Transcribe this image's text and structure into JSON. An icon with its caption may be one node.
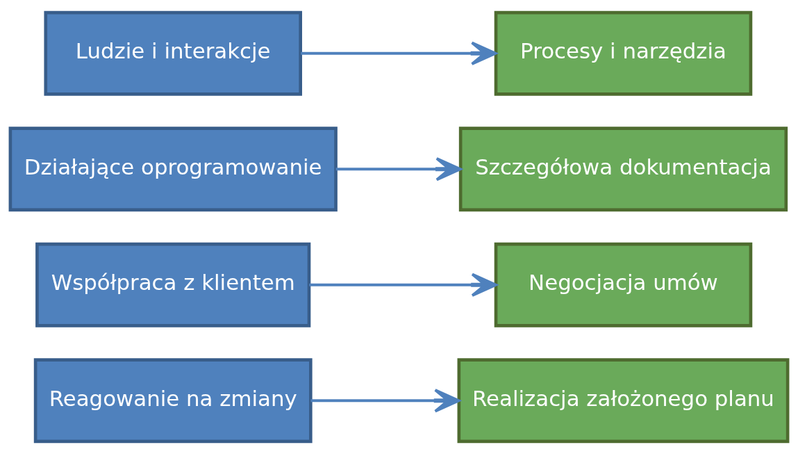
{
  "diagram": {
    "nodes": [
      {
        "text": [
          "Ludzie i interakcje"
        ]
      },
      {
        "text": [
          "Procesy i narzędzia"
        ]
      },
      {
        "text": [
          "Działające oprogramowanie"
        ]
      },
      {
        "text": [
          "Szczegółowa dokumentacja"
        ]
      },
      {
        "text": [
          "Współpraca z klientem"
        ]
      },
      {
        "text": [
          "Negocjacja umów"
        ]
      },
      {
        "text": [
          "Reagowanie na zmiany"
        ]
      },
      {
        "text": [
          "Realizacja założonego planu"
        ]
      }
    ],
    "edges": [
      {
        "from": 0,
        "to": 1,
        "arrow": "to"
      },
      {
        "from": 2,
        "to": 3,
        "arrow": "to"
      },
      {
        "from": 4,
        "to": 5,
        "arrow": "to"
      },
      {
        "from": 6,
        "to": 7,
        "arrow": "to"
      }
    ]
  }
}
